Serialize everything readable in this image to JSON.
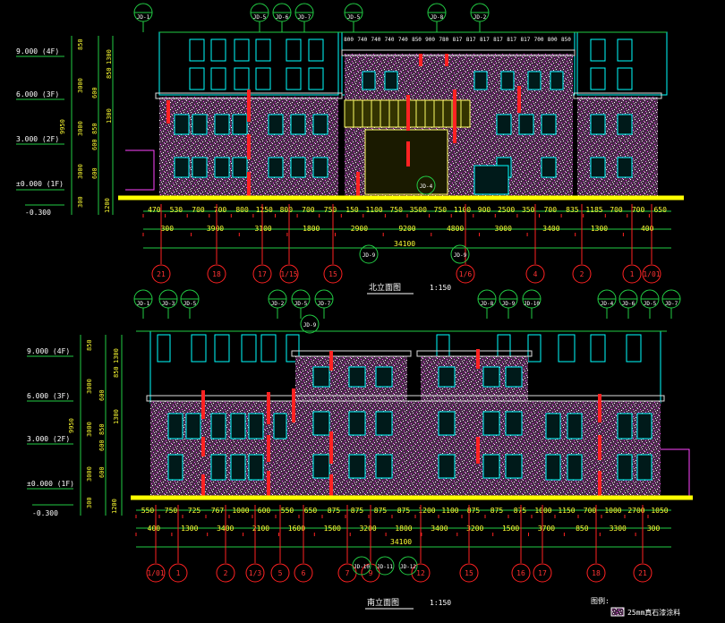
{
  "north": {
    "title": "北立面图",
    "scale": "1:150",
    "levels": [
      {
        "label": "9.000 (4F)"
      },
      {
        "label": "6.000 (3F)"
      },
      {
        "label": "3.000 (2F)"
      },
      {
        "label": "±0.000 (1F)"
      },
      {
        "label": "-0.300"
      }
    ],
    "vertical_dims_left": [
      "300",
      "3000",
      "3000",
      "9950",
      "3000"
    ],
    "vertical_dims_right": [
      "1200",
      "600",
      "600",
      "850",
      "1300",
      "600",
      "850",
      "1300",
      "850"
    ],
    "top_row": [
      "470",
      "530",
      "700",
      "700",
      "800",
      "1250",
      "800",
      "700",
      "750",
      "150",
      "1100",
      "750",
      "3500",
      "750",
      "1100",
      "900",
      "2500",
      "350",
      "700",
      "835",
      "1185",
      "700",
      "700",
      "650"
    ],
    "mid_row": [
      "300",
      "3900",
      "3100",
      "1800",
      "2900",
      "9200",
      "4800",
      "3000",
      "3400",
      "1300",
      "400"
    ],
    "total": "34100",
    "axes": [
      "21",
      "18",
      "17",
      "1/15",
      "15",
      "1/6",
      "4",
      "2",
      "1",
      "1/01"
    ],
    "top_tags": [
      "JD-1",
      "JD-5",
      "JD-6",
      "JD-7",
      "JD-5",
      "JD-8",
      "JD-2"
    ],
    "detail_tags": [
      "JD-9",
      "JD-9"
    ],
    "canopy_tag": "JD-4",
    "top_labels": [
      "800",
      "740",
      "740",
      "740",
      "740",
      "850",
      "900",
      "780",
      "817",
      "817",
      "817",
      "817",
      "817",
      "817",
      "700",
      "800",
      "850"
    ]
  },
  "south": {
    "title": "南立面图",
    "scale": "1:150",
    "levels": [
      {
        "label": "9.000 (4F)"
      },
      {
        "label": "6.000 (3F)"
      },
      {
        "label": "3.000 (2F)"
      },
      {
        "label": "±0.000 (1F)"
      },
      {
        "label": "-0.300"
      }
    ],
    "vertical_dims_left": [
      "300",
      "3000",
      "3000",
      "9950",
      "3000"
    ],
    "vertical_dims_right": [
      "1200",
      "600",
      "600",
      "850",
      "1300",
      "600",
      "850",
      "1300",
      "850"
    ],
    "top_row": [
      "550",
      "750",
      "725",
      "767",
      "1000",
      "600",
      "550",
      "650",
      "875",
      "875",
      "875",
      "875",
      "1200",
      "1100",
      "875",
      "875",
      "875",
      "1000",
      "1150",
      "700",
      "1000",
      "2700",
      "1050"
    ],
    "mid_row": [
      "400",
      "1300",
      "3400",
      "2100",
      "1600",
      "1500",
      "3200",
      "1800",
      "3400",
      "3200",
      "1500",
      "3700",
      "850",
      "3300",
      "300"
    ],
    "total": "34100",
    "axes": [
      "1/01",
      "1",
      "2",
      "1/3",
      "5",
      "6",
      "7",
      "9",
      "12",
      "15",
      "16",
      "17",
      "18",
      "21"
    ],
    "top_tags": [
      "JD-1",
      "JD-3",
      "JD-5",
      "JD-2",
      "JD-5",
      "JD-7",
      "JD-8",
      "JD-9",
      "JD-10",
      "JD-4",
      "JD-6",
      "JD-5",
      "JD-7"
    ],
    "mid_tag": "JD-9",
    "bottom_tags": [
      "JD-10",
      "JD-11",
      "JD-12"
    ]
  },
  "legend": {
    "label": "图例:",
    "item": "25mm真石漆涂料"
  },
  "colors": {
    "background": "#000000",
    "outline": "#00ffff",
    "dim": "#22cc44",
    "axis": "#ff2222",
    "ground": "#ffff00",
    "stone": "#ff44ff",
    "white": "#ffffff"
  }
}
